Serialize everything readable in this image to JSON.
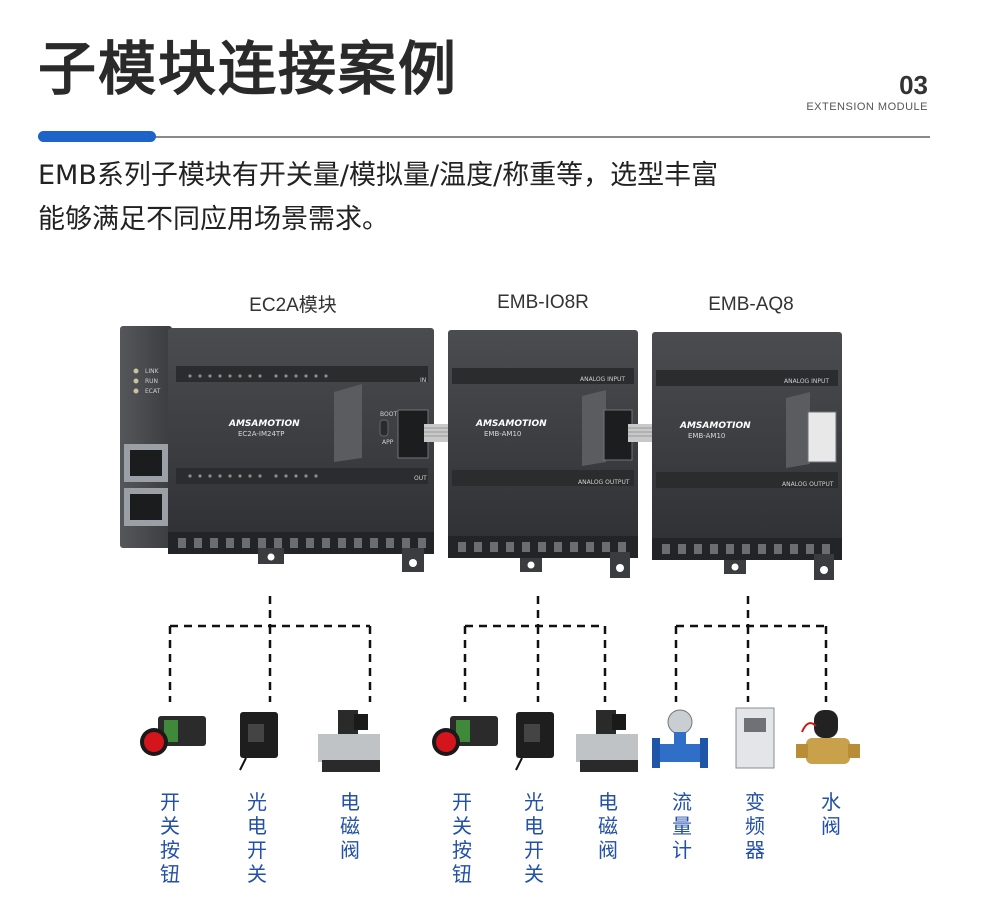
{
  "header": {
    "title": "子模块连接案例",
    "section_number": "03",
    "section_subtitle": "EXTENSION MODULE"
  },
  "description": {
    "line1": "EMB系列子模块有开关量/模拟量/温度/称重等，选型丰富",
    "line2": "能够满足不同应用场景需求。"
  },
  "modules": {
    "ec2a": {
      "label": "EC2A模块",
      "brand": "AMSAMOTION",
      "model": "EC2A-IM24TP",
      "led_link": "LINK",
      "led_run": "RUN",
      "led_ecat": "ECAT",
      "in_label": "IN",
      "out_label": "OUT",
      "boot_label": "BOOT",
      "app_label": "APP"
    },
    "io8r": {
      "label": "EMB-IO8R",
      "brand": "AMSAMOTION",
      "model": "EMB-AM10",
      "analog_input": "ANALOG INPUT",
      "analog_output": "ANALOG OUTPUT"
    },
    "aq8": {
      "label": "EMB-AQ8",
      "brand": "AMSAMOTION",
      "model": "EMB-AM10",
      "analog_input": "ANALOG INPUT",
      "analog_output": "ANALOG OUTPUT"
    }
  },
  "devices": [
    {
      "label": "开关按钮",
      "icon": "push-button-switch-icon"
    },
    {
      "label": "光电开关",
      "icon": "photoelectric-switch-icon"
    },
    {
      "label": "电磁阀",
      "icon": "solenoid-valve-icon"
    },
    {
      "label": "开关按钮",
      "icon": "push-button-switch-icon"
    },
    {
      "label": "光电开关",
      "icon": "photoelectric-switch-icon"
    },
    {
      "label": "电磁阀",
      "icon": "solenoid-valve-icon"
    },
    {
      "label": "流量计",
      "icon": "flow-meter-icon"
    },
    {
      "label": "变频器",
      "icon": "frequency-inverter-icon"
    },
    {
      "label": "水阀",
      "icon": "water-valve-icon"
    }
  ],
  "colors": {
    "accent": "#1e63c9",
    "device_label": "#2350a8",
    "module_body": "#3b3d40"
  }
}
